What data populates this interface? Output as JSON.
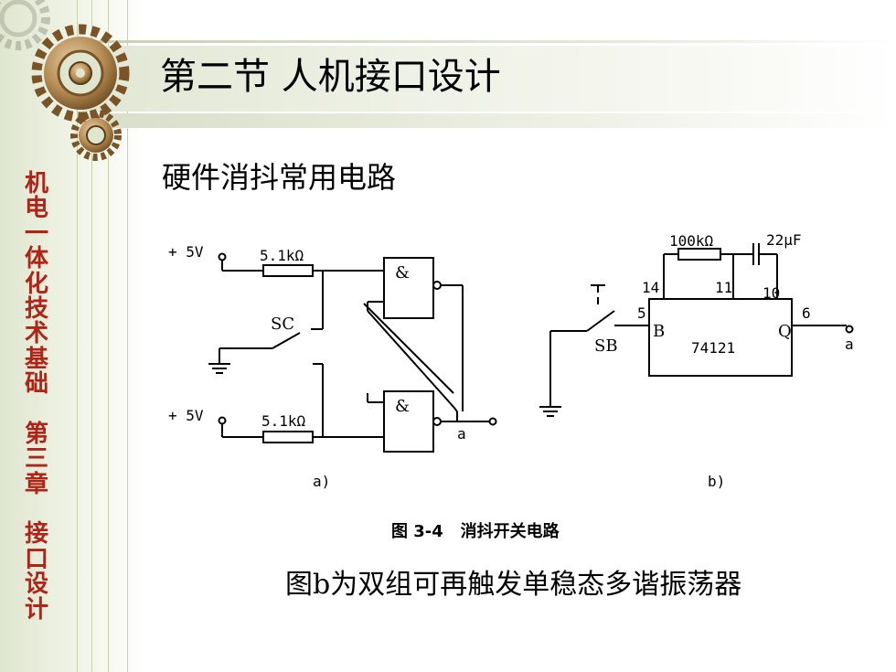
{
  "slide": {
    "title": "第二节  人机接口设计",
    "vertical_title": [
      "机",
      "电",
      "一",
      "体",
      "化",
      "技",
      "术",
      "基",
      "础",
      "",
      "第",
      "三",
      "章",
      "",
      "接",
      "口",
      "设",
      "计"
    ],
    "subtitle": "硬件消抖常用电路",
    "figure_caption": "图 3-4   消抖开关电路",
    "description": "图b为双组可再触发单稳态多谐振荡器"
  },
  "circuit_a": {
    "supply_top": "+ 5V",
    "supply_bottom": "+ 5V",
    "resistor_top": "5.1kΩ",
    "resistor_bottom": "5.1kΩ",
    "switch": "SC",
    "gate_top": "&",
    "gate_bottom": "&",
    "output": "a",
    "label": "a)"
  },
  "circuit_b": {
    "resistor": "100kΩ",
    "capacitor": "22μF",
    "pin_14": "14",
    "pin_11": "11",
    "pin_10": "10",
    "pin_5": "5",
    "pin_6": "6",
    "input_B": "B",
    "output_Q": "Q",
    "chip": "74121",
    "switch": "SB",
    "output": "a",
    "label": "b)"
  },
  "colors": {
    "accent": "#b02418",
    "band": "#dfe6cf"
  }
}
